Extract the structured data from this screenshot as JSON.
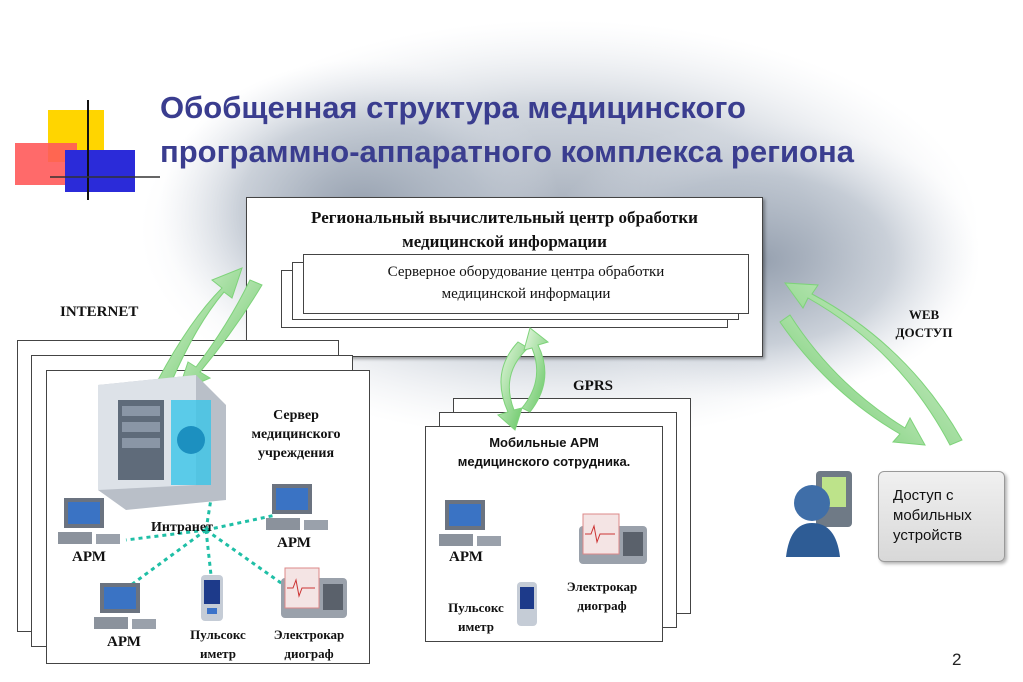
{
  "title_line1": "Обобщенная структура медицинского",
  "title_line2": "программно-аппаратного комплекса региона",
  "regional_center": {
    "line1": "Региональный вычислительный центр обработки",
    "line2": "медицинской информации"
  },
  "server_equipment": {
    "line1": "Серверное оборудование центра обработки",
    "line2": "медицинской информации"
  },
  "labels": {
    "internet": "INTERNET",
    "web_line1": "WEB",
    "web_line2": "ДОСТУП",
    "gprs": "GPRS"
  },
  "institution": {
    "server_line1": "Сервер",
    "server_line2": "медицинского",
    "server_line3": "учреждения",
    "intranet": "Интранет",
    "arm1": "АРМ",
    "arm2": "АРМ",
    "arm3": "АРМ",
    "pulse_line1": "Пульсокс",
    "pulse_line2": "иметр",
    "ecg_line1": "Электрокар",
    "ecg_line2": "диограф"
  },
  "mobile": {
    "header_line1": "Мобильные АРМ",
    "header_line2": "медицинского сотрудника.",
    "arm": "АРМ",
    "pulse_line1": "Пульсокс",
    "pulse_line2": "иметр",
    "ecg_line1": "Электрокар",
    "ecg_line2": "диограф"
  },
  "mobile_access": {
    "line1": "Доступ с",
    "line2": "мобильных",
    "line3": "устройств"
  },
  "page_number": "2",
  "colors": {
    "title": "#3a3d8f",
    "arrow": "#7ed37a",
    "dots": "#1fbfa6",
    "accent_yellow": "#ffd500",
    "accent_red": "#ff3b3b",
    "accent_blue": "#2b2bd9"
  }
}
